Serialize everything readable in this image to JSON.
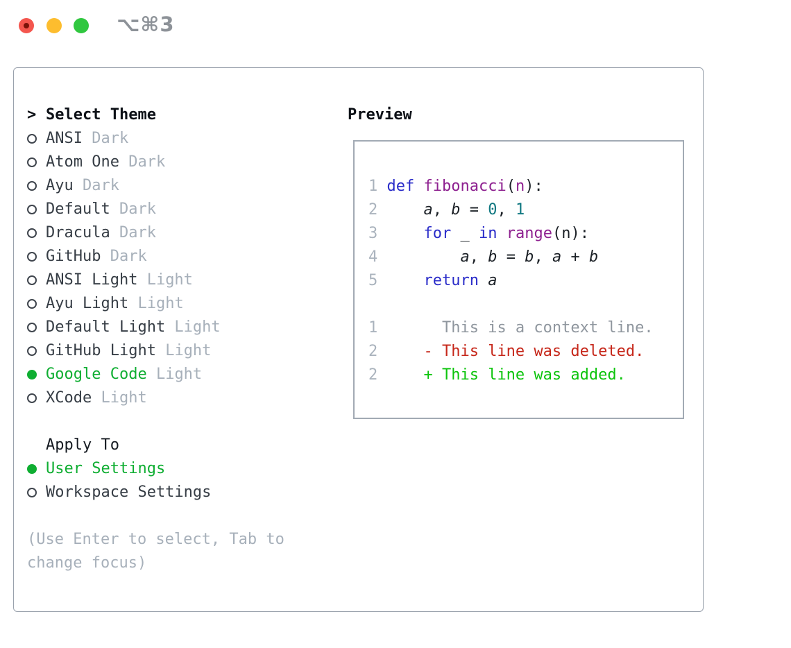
{
  "window": {
    "shortcut_title": "⌥⌘3",
    "traffic_lights": [
      "close",
      "minimize",
      "zoom"
    ]
  },
  "theme_panel": {
    "header_marker": ">",
    "header": "Select Theme",
    "themes": [
      {
        "name": "ANSI",
        "variant": "Dark",
        "selected": false
      },
      {
        "name": "Atom One",
        "variant": "Dark",
        "selected": false
      },
      {
        "name": "Ayu",
        "variant": "Dark",
        "selected": false
      },
      {
        "name": "Default",
        "variant": "Dark",
        "selected": false
      },
      {
        "name": "Dracula",
        "variant": "Dark",
        "selected": false
      },
      {
        "name": "GitHub",
        "variant": "Dark",
        "selected": false
      },
      {
        "name": "ANSI Light",
        "variant": "Light",
        "selected": false
      },
      {
        "name": "Ayu Light",
        "variant": "Light",
        "selected": false
      },
      {
        "name": "Default Light",
        "variant": "Light",
        "selected": false
      },
      {
        "name": "GitHub Light",
        "variant": "Light",
        "selected": false
      },
      {
        "name": "Google Code",
        "variant": "Light",
        "selected": true
      },
      {
        "name": "XCode",
        "variant": "Light",
        "selected": false
      }
    ],
    "apply_to": {
      "header": "Apply To",
      "options": [
        {
          "label": "User Settings",
          "selected": true
        },
        {
          "label": "Workspace Settings",
          "selected": false
        }
      ]
    },
    "hint": "(Use Enter to select, Tab to change focus)"
  },
  "preview": {
    "header": "Preview",
    "code_lines": [
      {
        "num": "1",
        "tokens": [
          [
            "def",
            "kw"
          ],
          [
            " ",
            "pl"
          ],
          [
            "fibonacci",
            "fn"
          ],
          [
            "(",
            "pl"
          ],
          [
            "n",
            "fn"
          ],
          [
            "):",
            "pl"
          ]
        ]
      },
      {
        "num": "2",
        "tokens": [
          [
            "    ",
            "pl"
          ],
          [
            "a",
            "var"
          ],
          [
            ", ",
            "pl"
          ],
          [
            "b",
            "var"
          ],
          [
            " = ",
            "pl"
          ],
          [
            "0",
            "nm"
          ],
          [
            ", ",
            "pl"
          ],
          [
            "1",
            "nm"
          ]
        ]
      },
      {
        "num": "3",
        "tokens": [
          [
            "    ",
            "pl"
          ],
          [
            "for",
            "kw"
          ],
          [
            " _ ",
            "pl"
          ],
          [
            "in",
            "kw"
          ],
          [
            " ",
            "pl"
          ],
          [
            "range",
            "fn"
          ],
          [
            "(n):",
            "pl"
          ]
        ]
      },
      {
        "num": "4",
        "tokens": [
          [
            "        ",
            "pl"
          ],
          [
            "a",
            "var"
          ],
          [
            ", ",
            "pl"
          ],
          [
            "b",
            "var"
          ],
          [
            " = ",
            "pl"
          ],
          [
            "b",
            "var"
          ],
          [
            ", ",
            "pl"
          ],
          [
            "a",
            "var"
          ],
          [
            " + ",
            "pl"
          ],
          [
            "b",
            "var"
          ]
        ]
      },
      {
        "num": "5",
        "tokens": [
          [
            "    ",
            "pl"
          ],
          [
            "return",
            "kw"
          ],
          [
            " ",
            "pl"
          ],
          [
            "a",
            "var"
          ]
        ]
      }
    ],
    "diff_lines": [
      {
        "num": "1",
        "marker": "",
        "kind": "context",
        "text": "This is a context line."
      },
      {
        "num": "2",
        "marker": "-",
        "kind": "deleted",
        "text": "This line was deleted."
      },
      {
        "num": "2",
        "marker": "+",
        "kind": "added",
        "text": "This line was added."
      }
    ]
  },
  "colors": {
    "selection_green": "#0fae32",
    "diff_added": "#0cc40c",
    "diff_deleted": "#c6271a",
    "diff_context": "#8f969e",
    "keyword_blue": "#2a2cc9",
    "function_purple": "#8e2190",
    "number_teal": "#0e7780",
    "muted_gray": "#a7b0ba",
    "panel_border": "#9aa2ad",
    "traffic_red": "#f4564e",
    "traffic_yellow": "#fdbd2e",
    "traffic_green": "#30c73f"
  }
}
